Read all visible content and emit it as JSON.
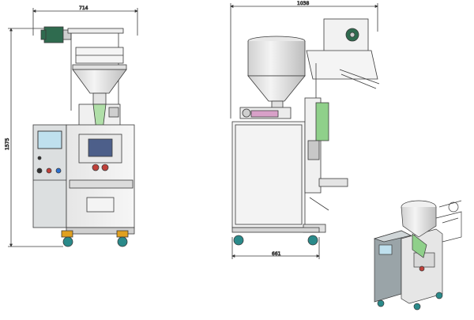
{
  "dimensions": {
    "front_width": "714",
    "front_height": "1575",
    "side_width": "1038",
    "side_depth": "661"
  },
  "colors": {
    "line": "#3a3a3a",
    "steel": "#e8e8e8",
    "steel_dark": "#c8c8c8",
    "panel_gray": "#9aa4a8",
    "screen_blue": "#bfe0ee",
    "motor_green": "#2f6b4f",
    "guard_green": "#8fd08a",
    "film_red": "#c0403a",
    "wheel_teal": "#2a8a8a",
    "film_pink": "#d8a0c8"
  }
}
